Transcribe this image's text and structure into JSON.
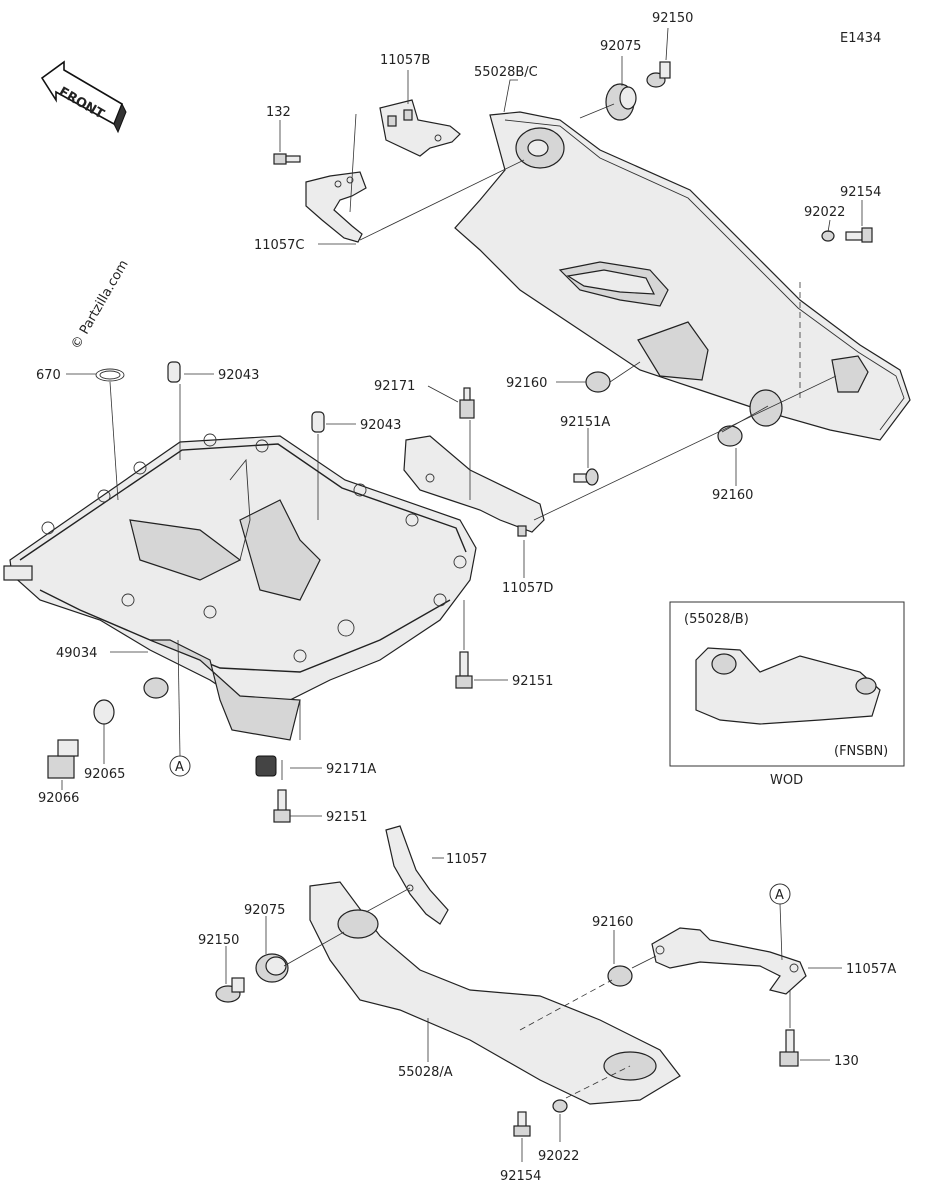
{
  "diagram_code": "E1434",
  "front_label": "FRONT",
  "watermark": "© Partzilla.com",
  "inset": {
    "title": "(55028/B)",
    "variant": "(FNSBN)",
    "caption": "WOD"
  },
  "callout_ref": "A",
  "labels": {
    "p92150_top": "92150",
    "p92075_top": "92075",
    "p11057B": "11057B",
    "p55028BC": "55028B/C",
    "p132": "132",
    "p11057C": "11057C",
    "p92154_top": "92154",
    "p92022_top": "92022",
    "p670": "670",
    "p92043_a": "92043",
    "p92043_b": "92043",
    "p92171": "92171",
    "p92160_a": "92160",
    "p92151A": "92151A",
    "p92160_b": "92160",
    "p11057D": "11057D",
    "p49034": "49034",
    "p92151_a": "92151",
    "p92065": "92065",
    "p92066": "92066",
    "p92171A": "92171A",
    "p92151_b": "92151",
    "p11057": "11057",
    "p92075_bot": "92075",
    "p92150_bot": "92150",
    "p92160_c": "92160",
    "p11057A": "11057A",
    "p130": "130",
    "p55028A": "55028/A",
    "p92022_bot": "92022",
    "p92154_bot": "92154"
  }
}
